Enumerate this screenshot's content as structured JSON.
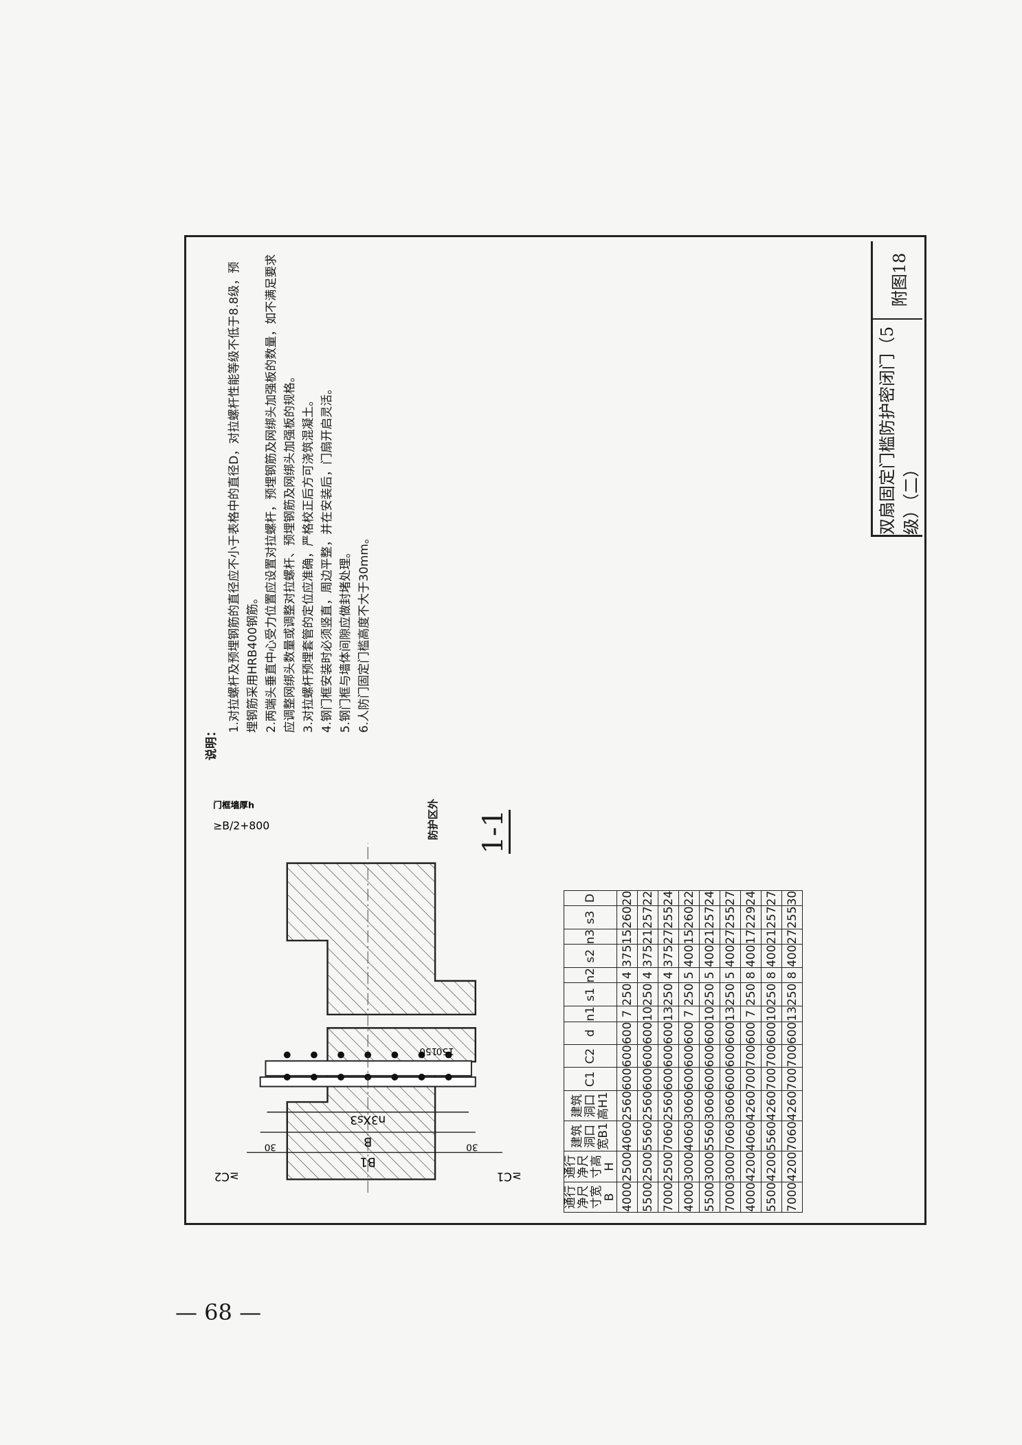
{
  "title_block": {
    "title": "双扇固定门槛防护密闭门（5级）（二）",
    "figure": "附图18"
  },
  "notes": {
    "heading": "说明：",
    "items": [
      "1.对拉螺杆及预埋钢筋的直径应不小于表格中的直径D，对拉螺杆性能等级不低于8.8级，预埋钢筋采用HRB400钢筋。",
      "2.两端头垂直中心受力位置应设置对拉螺杆，预埋钢筋及网绑头加强板的数量，如不满足要求应调整网绑头数量或调整对拉螺杆、预埋钢筋及网绑头加强板的规格。",
      "3.对拉螺杆预埋套管的定位应准确，严格校正后方可浇筑混凝土。",
      "4.钢门框安装时必须竖直，周边平整，并在安装后，门扇开启灵活。",
      "5.钢门框与墙体间隙应做封堵处理。",
      "6.人防门固定门槛高度不大于30mm。"
    ]
  },
  "drawing": {
    "section": "1-1",
    "zone": "防护区外",
    "dim_B1": "B1",
    "dim_B": "B",
    "dim_n3s3": "n3Xs3",
    "dim_C1": "≥C1",
    "dim_C2": "≥C2",
    "dim_30a": "30",
    "dim_30b": "30",
    "dim_150a": "150",
    "dim_150b": "150",
    "dim_wall": "≥B/2+800",
    "door_label": "门框墙厚h"
  },
  "table": {
    "headers": [
      "通行净尺寸宽B",
      "通行净尺寸高H",
      "建筑洞口宽B1",
      "建筑洞口高H1",
      "C1",
      "C2",
      "d",
      "n1",
      "s1",
      "n2",
      "s2",
      "n3",
      "s3",
      "D"
    ],
    "rows": [
      [
        "4000",
        "2500",
        "4060",
        "2560",
        "600",
        "600",
        "600",
        "7",
        "250",
        "4",
        "375",
        "15",
        "260",
        "20"
      ],
      [
        "5500",
        "2500",
        "5560",
        "2560",
        "600",
        "600",
        "600",
        "10",
        "250",
        "4",
        "375",
        "21",
        "257",
        "22"
      ],
      [
        "7000",
        "2500",
        "7060",
        "2560",
        "600",
        "600",
        "600",
        "13",
        "250",
        "4",
        "375",
        "27",
        "255",
        "24"
      ],
      [
        "4000",
        "3000",
        "4060",
        "3060",
        "600",
        "600",
        "600",
        "7",
        "250",
        "5",
        "400",
        "15",
        "260",
        "22"
      ],
      [
        "5500",
        "3000",
        "5560",
        "3060",
        "600",
        "600",
        "600",
        "10",
        "250",
        "5",
        "400",
        "21",
        "257",
        "24"
      ],
      [
        "7000",
        "3000",
        "7060",
        "3060",
        "600",
        "600",
        "600",
        "13",
        "250",
        "5",
        "400",
        "27",
        "255",
        "27"
      ],
      [
        "4000",
        "4200",
        "4060",
        "4260",
        "700",
        "700",
        "600",
        "7",
        "250",
        "8",
        "400",
        "17",
        "229",
        "24"
      ],
      [
        "5500",
        "4200",
        "5560",
        "4260",
        "700",
        "700",
        "600",
        "10",
        "250",
        "8",
        "400",
        "21",
        "257",
        "27"
      ],
      [
        "7000",
        "4200",
        "7060",
        "4260",
        "700",
        "700",
        "600",
        "13",
        "250",
        "8",
        "400",
        "27",
        "255",
        "30"
      ]
    ]
  },
  "page_number": "— 68 —"
}
